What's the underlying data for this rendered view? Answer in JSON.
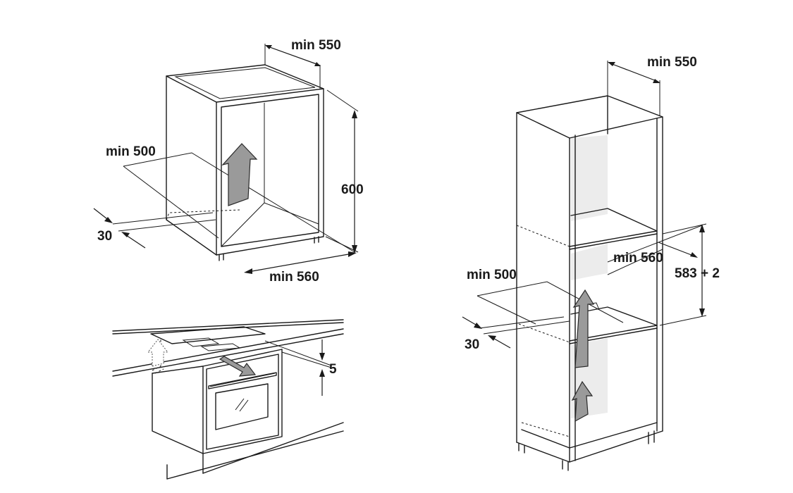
{
  "top_left": {
    "depth": "min 550",
    "left_depth": "min 500",
    "height": "600",
    "gap": "30",
    "width": "min 560"
  },
  "bottom_left": {
    "gap": "5"
  },
  "right": {
    "depth": "min 550",
    "width": "min 560",
    "height": "583 + 2",
    "left_depth": "min 500",
    "gap": "30"
  }
}
